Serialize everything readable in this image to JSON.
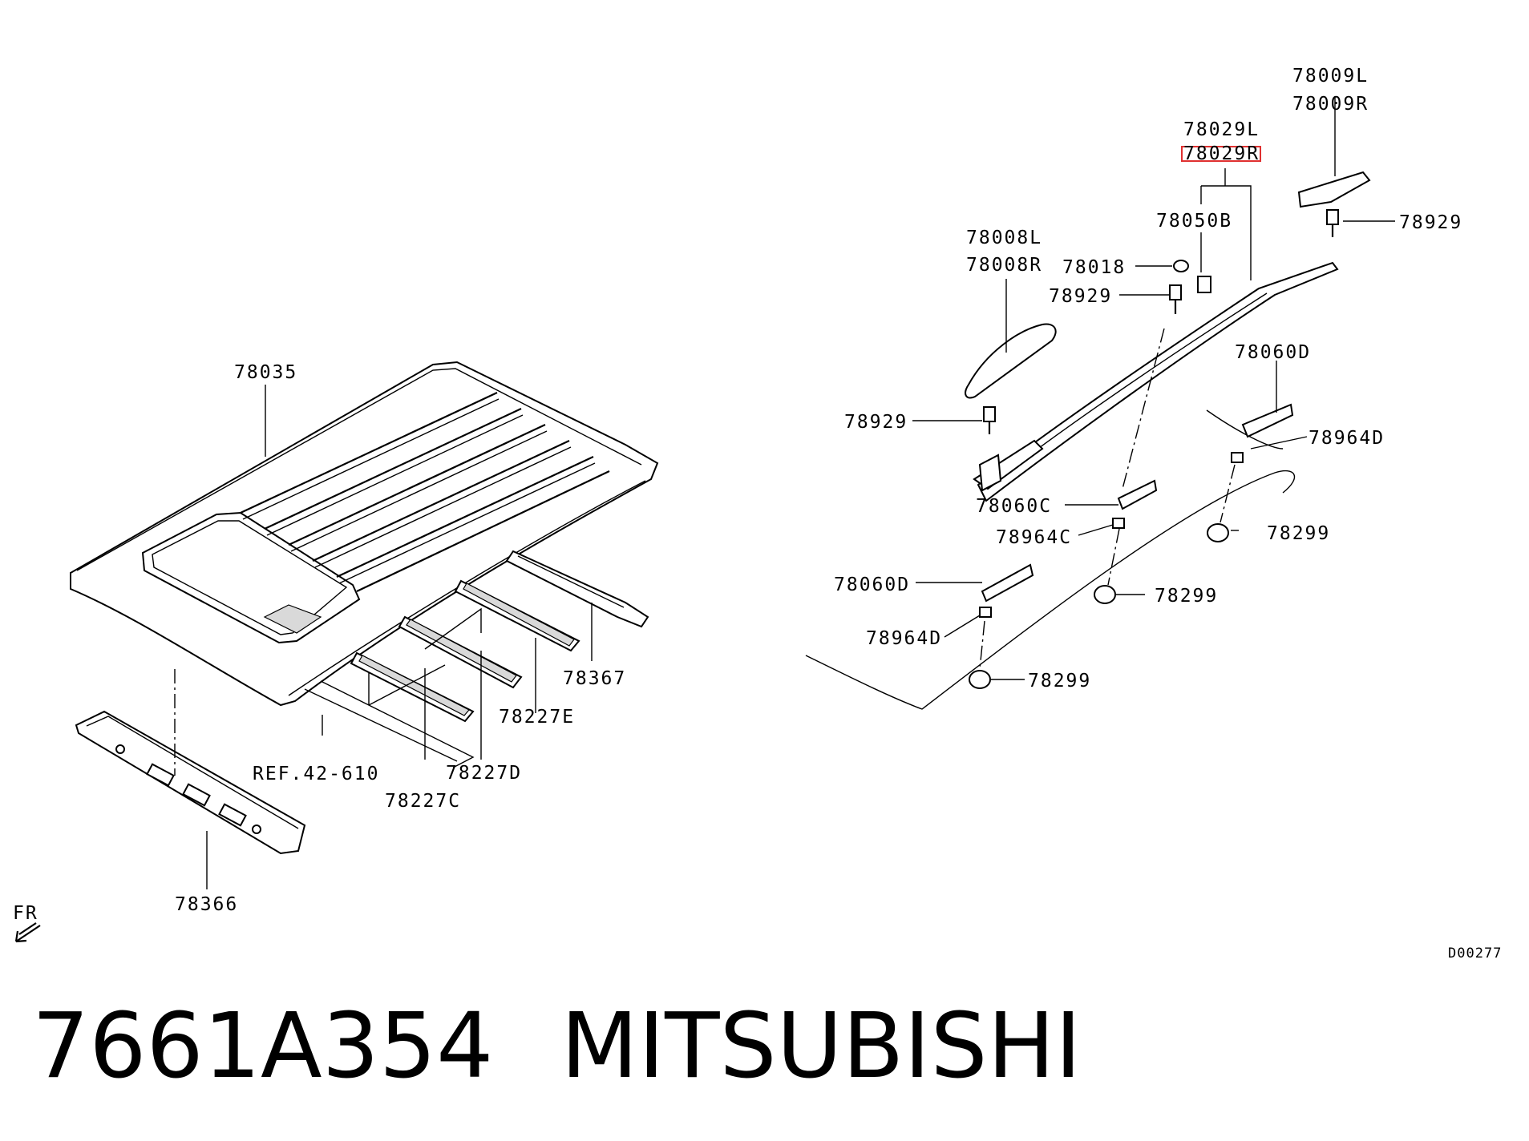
{
  "labels": {
    "l78035": "78035",
    "l78366": "78366",
    "lref": "REF.42-610",
    "l78227C": "78227C",
    "l78227D": "78227D",
    "l78227E": "78227E",
    "l78367": "78367",
    "l78009L": "78009L",
    "l78009R": "78009R",
    "l78029L": "78029L",
    "l78029R": "78029R",
    "l78050B": "78050B",
    "l78929a": "78929",
    "l78008L": "78008L",
    "l78008R": "78008R",
    "l78018": "78018",
    "l78929b": "78929",
    "l78060Da": "78060D",
    "l78929c": "78929",
    "l78964Da": "78964D",
    "l78060C": "78060C",
    "l78299a": "78299",
    "l78964C": "78964C",
    "l78060Db": "78060D",
    "l78299b": "78299",
    "l78964Db": "78964D",
    "l78299c": "78299",
    "fr": "FR",
    "code": "D00277"
  },
  "caption": {
    "part_number": "7661A354",
    "brand": "MITSUBISHI"
  },
  "highlight_color": "#e03030"
}
